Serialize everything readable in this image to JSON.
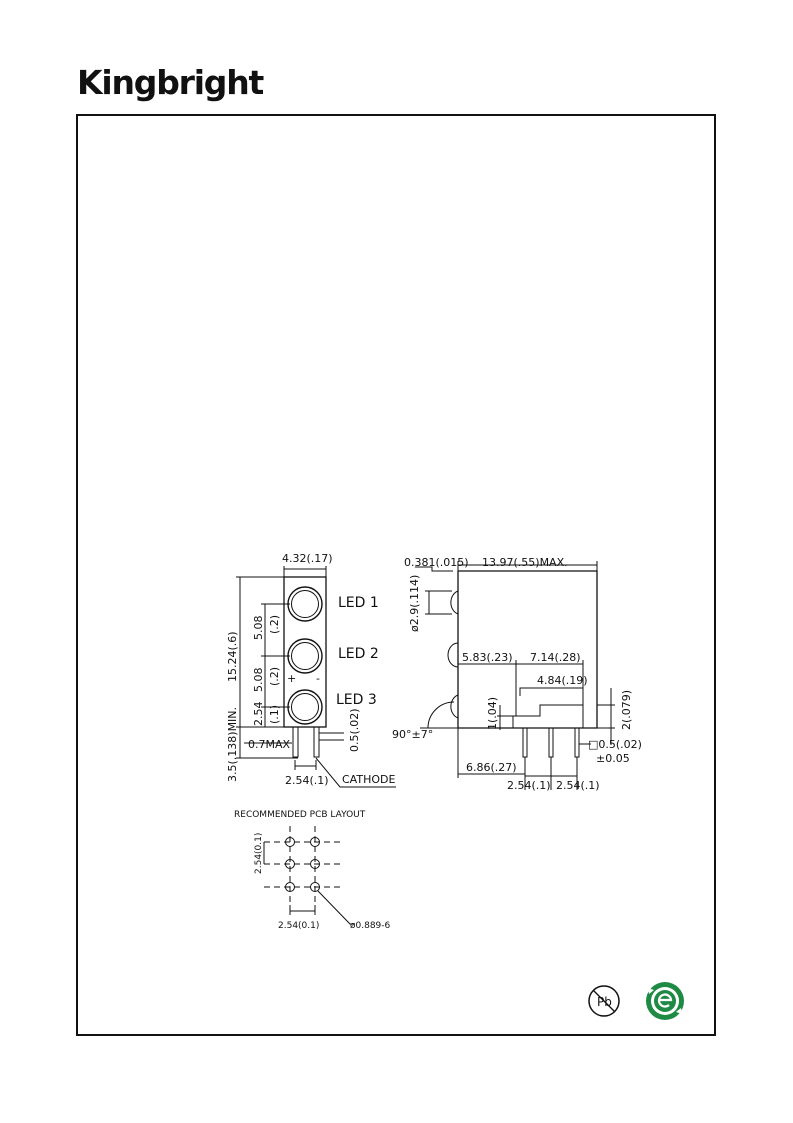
{
  "brand": "Kingbright",
  "front_view": {
    "width": "4.32(.17)",
    "height": "15.24(.6)",
    "pitch_top": "5.08",
    "pitch_top_in": "(.2)",
    "pitch_mid": "5.08",
    "pitch_mid_in": "(.2)",
    "bottom_pitch": "2.54",
    "bottom_pitch_in": "(.1)",
    "lead_length": "3.5(.138)MIN.",
    "lead_width": "0.7MAX",
    "lead_thick": "0.5(.02)",
    "lead_pitch": "2.54(.1)",
    "cathode": "CATHODE",
    "plus": "+",
    "minus": "-",
    "led1": "LED  1",
    "led2": "LED  2",
    "led3": "LED  3"
  },
  "side_view": {
    "top_offset": "0.381(.015)",
    "body_length": "13.97(.55)MAX.",
    "lens_dia": "ø2.9(.114)",
    "dim_a": "5.83(.23)",
    "dim_b": "7.14(.28)",
    "dim_c": "4.84(.19)",
    "dim_d": "1(.04)",
    "dim_e": "2(.079)",
    "angle": "90°±7°",
    "lead_sq": "□0.5(.02)",
    "tol": "±0.05",
    "dim_f": "6.86(.27)",
    "pitch1": "2.54(.1)",
    "pitch2": "2.54(.1)"
  },
  "pcb": {
    "title": "RECOMMENDED  PCB  LAYOUT",
    "vpitch": "2.54(0.1)",
    "hpitch": "2.54(0.1)",
    "hole": "ø0.889-6"
  },
  "badges": {
    "pb": "Pb"
  }
}
